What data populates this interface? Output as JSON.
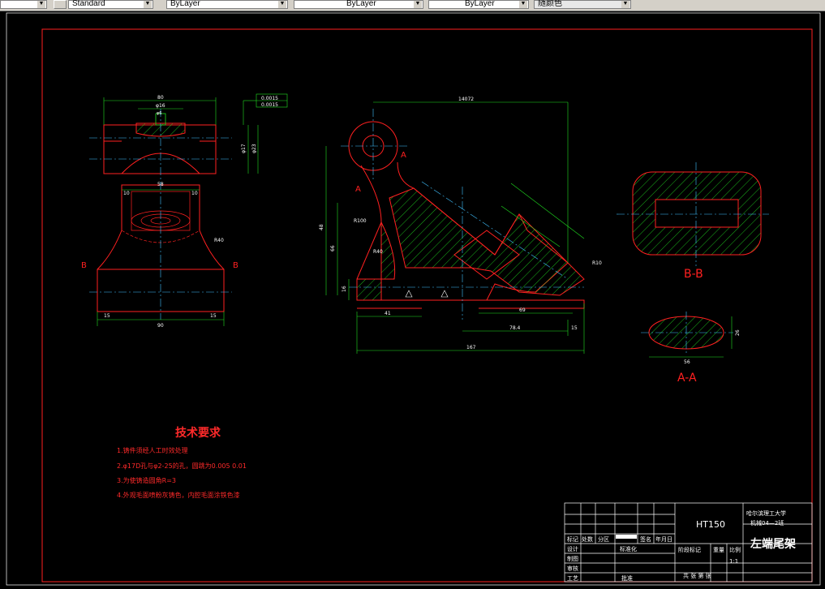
{
  "toolbar": {
    "textstyle": "Standard",
    "layer": "ByLayer",
    "linetype": "ByLayer",
    "lineweight": "ByLayer",
    "color": "随颜色"
  },
  "dims": {
    "top_width": "80",
    "top_d1": "φ16",
    "top_d2": "φ6",
    "right_h1": "φ17",
    "right_h2": "φ23",
    "mid_width": "58",
    "inner10a": "10",
    "inner10b": "10",
    "r40": "R40",
    "b_left": "B",
    "b_right": "B",
    "bot15a": "15",
    "bot15b": "15",
    "bot_width": "90",
    "mid_total": "14072",
    "mid_h1": "48",
    "mid_h2": "66",
    "mid_h3": "16",
    "mid_w1": "41",
    "mid_w2": "69",
    "mid_w3": "78.4",
    "mid_w4": "15",
    "mid_total_bottom": "167",
    "a_left": "A",
    "a_right": "A",
    "r100": "R100",
    "r40b": "R40",
    "r10": "R10",
    "tol1": "0.0015",
    "tol2": "0.0015",
    "aa_width": "56",
    "aa_height": "26",
    "bb_label": "B-B",
    "aa_label": "A-A"
  },
  "tech": {
    "title": "技术要求",
    "items": [
      "1.铸件须经人工时效处理",
      "2.φ17D孔与φ2-25的孔，圆跳为0.005  0.01",
      "3.为使铸造圆角R=3",
      "4.外观毛面喷粉灰铸色，内腔毛面涂铁色漆"
    ]
  },
  "titleblock": {
    "material": "HT150",
    "school": "哈尔滨理工大学",
    "code": "机械04—2班",
    "part_name": "左端尾架",
    "stage": "阶段标记",
    "weight": "重量",
    "ratio": "比例",
    "scale": "1:1",
    "sheets": "共    张    第    张",
    "r1": "标记",
    "r2": "处数",
    "r3": "分区",
    "r4": "签名",
    "r5": "年月日",
    "r6": "设计",
    "r7": "标准化",
    "r8": "制图",
    "r9": "审核",
    "r10": "工艺",
    "r11": "批准"
  }
}
